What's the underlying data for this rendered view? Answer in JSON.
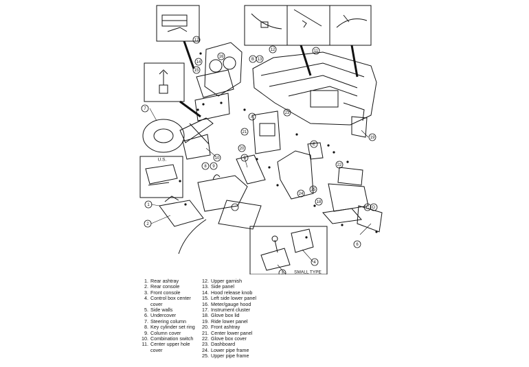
{
  "figure": {
    "inset_label": "SMALL TYPE",
    "region_label": "U.S.",
    "callouts": [
      "1",
      "2",
      "3",
      "4",
      "5",
      "6",
      "7",
      "8",
      "9",
      "10",
      "11",
      "12",
      "13",
      "14",
      "15",
      "16",
      "17",
      "18",
      "19",
      "20",
      "21",
      "22",
      "23",
      "24",
      "25"
    ],
    "letters": [
      "A",
      "B",
      "C",
      "D",
      "E"
    ]
  },
  "legend": {
    "left": [
      {
        "num": "1.",
        "text": "Rear ashtray"
      },
      {
        "num": "2.",
        "text": "Rear console"
      },
      {
        "num": "3.",
        "text": "Front console"
      },
      {
        "num": "4.",
        "text": "Control box center"
      },
      {
        "num": "",
        "text": "cover"
      },
      {
        "num": "5.",
        "text": "Side walls"
      },
      {
        "num": "6.",
        "text": "Undercover"
      },
      {
        "num": "7.",
        "text": "Steering column"
      },
      {
        "num": "8.",
        "text": "Key cylinder set ring"
      },
      {
        "num": "9.",
        "text": "Column cover"
      },
      {
        "num": "10.",
        "text": "Combination switch"
      },
      {
        "num": "11.",
        "text": "Center upper hole"
      },
      {
        "num": "",
        "text": "cover"
      }
    ],
    "right": [
      {
        "num": "12.",
        "text": "Upper garnish"
      },
      {
        "num": "13.",
        "text": "Side panel"
      },
      {
        "num": "14.",
        "text": "Hood release knob"
      },
      {
        "num": "15.",
        "text": "Left side lower panel"
      },
      {
        "num": "16.",
        "text": "Meter/gauge hood"
      },
      {
        "num": "17.",
        "text": "Instrument cluster"
      },
      {
        "num": "18.",
        "text": "Glove box lid"
      },
      {
        "num": "19.",
        "text": "Ride lower panel"
      },
      {
        "num": "20.",
        "text": "Front ashtray"
      },
      {
        "num": "21.",
        "text": "Center lower panel"
      },
      {
        "num": "22.",
        "text": "Glove box cover"
      },
      {
        "num": "23.",
        "text": "Dashboard"
      },
      {
        "num": "24.",
        "text": "Lower pipe frame"
      },
      {
        "num": "25.",
        "text": "Upper pipe frame"
      }
    ]
  }
}
